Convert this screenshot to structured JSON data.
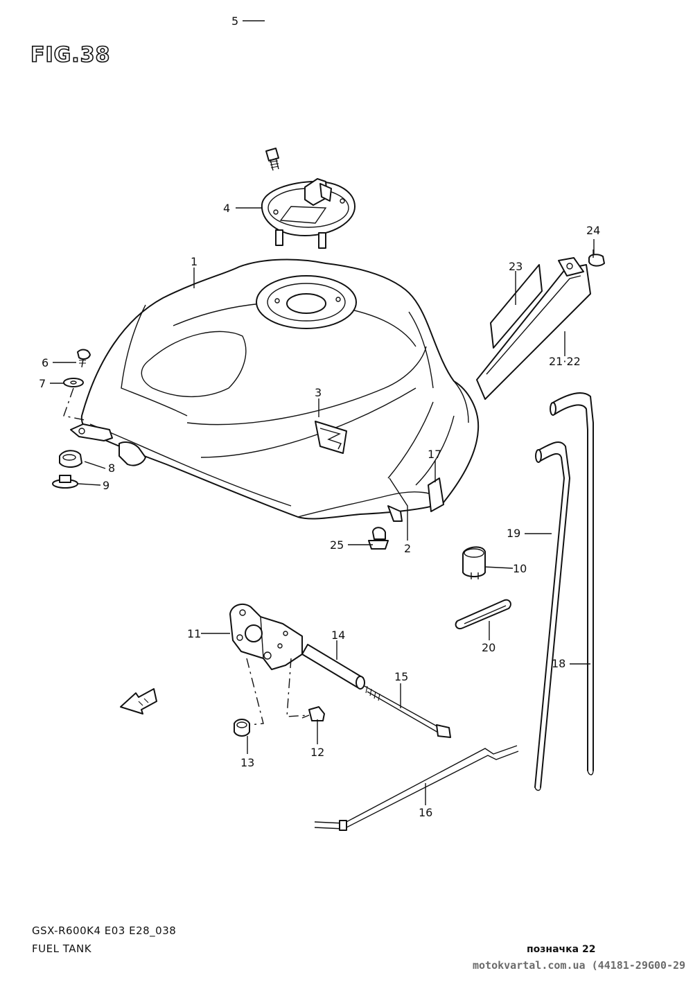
{
  "figure": {
    "title": "FIG.38"
  },
  "callouts": {
    "c1": "1",
    "c2": "2",
    "c3": "3",
    "c4": "4",
    "c5": "5",
    "c6": "6",
    "c7": "7",
    "c8": "8",
    "c9": "9",
    "c10": "10",
    "c11": "11",
    "c12": "12",
    "c13": "13",
    "c14": "14",
    "c15": "15",
    "c16": "16",
    "c17": "17",
    "c18": "18",
    "c19": "19",
    "c20": "20",
    "c2122": "21·22",
    "c23": "23",
    "c24": "24",
    "c25": "25"
  },
  "footer": {
    "model_code": "GSX-R600K4 E03 E28_038",
    "section_name": "FUEL TANK",
    "mark": "позначка 22",
    "watermark": "motokvartal.com.ua (44181-29G00-29"
  },
  "icons": {
    "front_arrow": "front-direction-arrow-icon"
  }
}
